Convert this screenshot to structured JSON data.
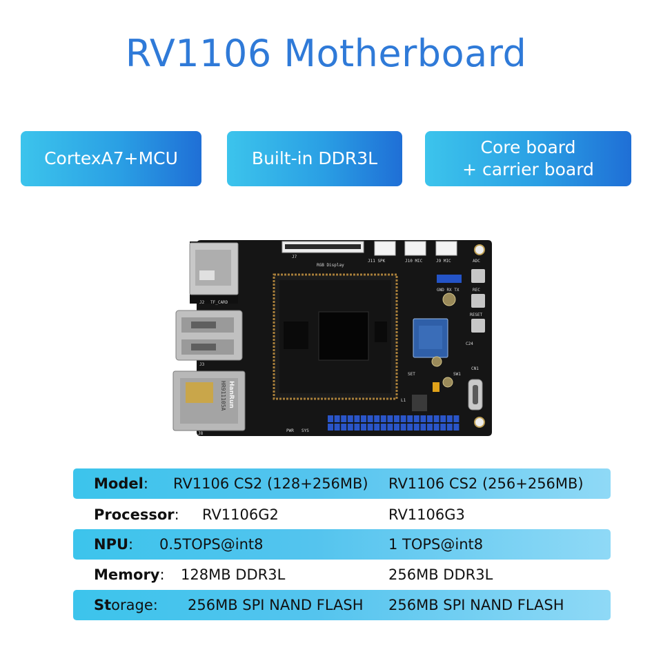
{
  "title": "RV1106 Motherboard",
  "features": [
    {
      "lines": [
        "CortexA7+MCU"
      ]
    },
    {
      "lines": [
        "Built-in DDR3L"
      ]
    },
    {
      "lines": [
        "Core board",
        "+ carrier board"
      ]
    }
  ],
  "board_labels": {
    "rgb_display": "RGB Display",
    "tf_card": "TF_CARD",
    "j2": "J2",
    "j3": "J3",
    "j7": "J7",
    "j8": "J8",
    "j11": "J11 SPK",
    "j10": "J10 MIC",
    "j9": "J9 MIC",
    "adc": "ADC",
    "gnd_rx_tx": "GND RX TX",
    "rec": "REC",
    "reset": "RESET",
    "c24": "C24",
    "cn1": "CN1",
    "set": "SET",
    "sw1": "SW1",
    "l1": "L1",
    "pwr": "PWR",
    "sys": "SYS",
    "eth_brand": "HanRun",
    "eth_model": "HR911105A"
  },
  "specs": {
    "colors": {
      "title": "#2f7ad8",
      "feature_start": "#3cc4ec",
      "feature_end": "#1f6fd6",
      "row_start": "#3cc4ec",
      "row_end": "#8fd9f6"
    },
    "rows": [
      {
        "label": "Model",
        "sep": ": ",
        "v1": "RV1106 CS2 (128+256MB)",
        "v2": "RV1106 CS2 (256+256MB)",
        "shaded": true
      },
      {
        "label": "Processor",
        "sep": ": ",
        "v1": "RV1106G2",
        "v2": "RV1106G3",
        "shaded": false
      },
      {
        "label": "NPU",
        "sep": ": ",
        "v1": "0.5TOPS@int8",
        "v2": "1 TOPS@int8",
        "shaded": true
      },
      {
        "label": "Memory",
        "sep": ": ",
        "v1": "128MB DDR3L",
        "v2": "256MB DDR3L",
        "shaded": false
      },
      {
        "label": "St",
        "label_rest": "orage",
        "sep": ": ",
        "v1": "256MB SPI NAND FLASH",
        "v2": "256MB SPI NAND FLASH",
        "shaded": true
      }
    ]
  }
}
